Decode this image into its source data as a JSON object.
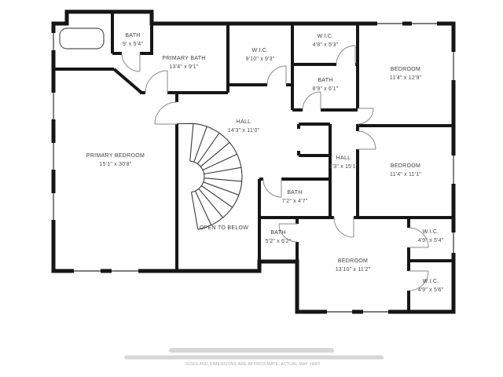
{
  "floorplan": {
    "rooms": [
      {
        "id": "bath-upper",
        "name": "BATH",
        "dims": "9' x 5'4\""
      },
      {
        "id": "primary-bath",
        "name": "PRIMARY BATH",
        "dims": "13'4\" x 9'1\""
      },
      {
        "id": "wic-large",
        "name": "W.I.C.",
        "dims": "9'10\" x 9'3\""
      },
      {
        "id": "wic-top",
        "name": "W.I.C.",
        "dims": "4'8\" x 5'3\""
      },
      {
        "id": "bath-mid",
        "name": "BATH",
        "dims": "8'9\" x 6'1\""
      },
      {
        "id": "bedroom-top-right",
        "name": "BEDROOM",
        "dims": "11'4\" x 12'9\""
      },
      {
        "id": "hall-main",
        "name": "HALL",
        "dims": "14'3\" x 11'0\""
      },
      {
        "id": "hall-side",
        "name": "HALL",
        "dims": "3'3\" x 15'1\""
      },
      {
        "id": "bedroom-right",
        "name": "BEDROOM",
        "dims": "11'4\" x 11'1\""
      },
      {
        "id": "primary-bedroom",
        "name": "PRIMARY BEDROOM",
        "dims": "15'1\" x 30'8\""
      },
      {
        "id": "bath-center",
        "name": "BATH",
        "dims": "7'2\" x 4'7\""
      },
      {
        "id": "bath-lower",
        "name": "BATH",
        "dims": "5'2\" x 6'2\""
      },
      {
        "id": "bedroom-bottom",
        "name": "BEDROOM",
        "dims": "13'10\" x 11'2\""
      },
      {
        "id": "wic-right-upper",
        "name": "W.I.C.",
        "dims": "4'9\" x 5'4\""
      },
      {
        "id": "wic-right-lower",
        "name": "W.I.C.",
        "dims": "4'9\" x 5'6\""
      }
    ],
    "annotations": {
      "open_to_below": "OPEN TO BELOW"
    },
    "colors": {
      "wall": "#161616",
      "label": "#3d3d3d",
      "watermark": "#a8a8a8"
    }
  },
  "footer": {
    "disclaimer": "SIZES AND DIMENSIONS ARE APPROXIMATE, ACTUAL MAY VARY"
  }
}
